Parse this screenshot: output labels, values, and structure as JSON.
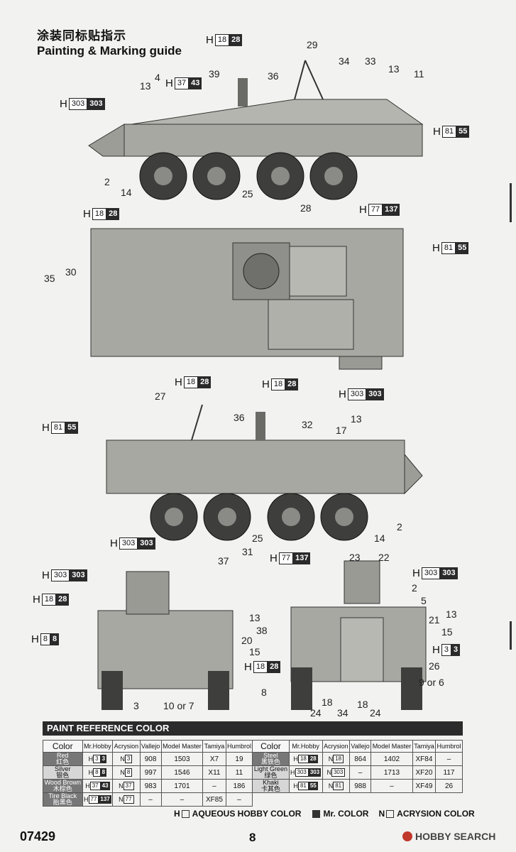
{
  "title": {
    "cn": "涂装同标贴指示",
    "en": "Painting & Marking guide"
  },
  "callouts": {
    "v1": [
      "29",
      "39",
      "36",
      "34",
      "33",
      "13",
      "4",
      "13",
      "11",
      "2",
      "14",
      "25",
      "28"
    ],
    "v2": [
      "30",
      "35"
    ],
    "v3": [
      "27",
      "36",
      "32",
      "17",
      "13",
      "37",
      "31",
      "25",
      "14",
      "2"
    ],
    "front": [
      "3",
      "10 or 7"
    ],
    "rear": [
      "23",
      "22",
      "2",
      "5",
      "13",
      "13",
      "21",
      "38",
      "20",
      "15",
      "15",
      "26",
      "8",
      "9 or 6",
      "24",
      "18",
      "34",
      "18",
      "24"
    ]
  },
  "hcodes": {
    "v1_top": {
      "h": "H",
      "a": "18",
      "b": "28"
    },
    "v1_left": {
      "h": "H",
      "a": "303",
      "b": "303"
    },
    "v1_37": {
      "h": "H",
      "a": "37",
      "b": "43"
    },
    "v1_right": {
      "h": "H",
      "a": "81",
      "b": "55"
    },
    "v1_bottom": {
      "h": "H",
      "a": "77",
      "b": "137"
    },
    "v2_left": {
      "h": "H",
      "a": "18",
      "b": "28"
    },
    "v2_right": {
      "h": "H",
      "a": "81",
      "b": "55"
    },
    "v2_bottom": {
      "h": "H",
      "a": "303",
      "b": "303"
    },
    "v3_a": {
      "h": "H",
      "a": "18",
      "b": "28"
    },
    "v3_b": {
      "h": "H",
      "a": "18",
      "b": "28"
    },
    "v3_left": {
      "h": "H",
      "a": "81",
      "b": "55"
    },
    "v3_bl": {
      "h": "H",
      "a": "303",
      "b": "303"
    },
    "v3_bm": {
      "h": "H",
      "a": "77",
      "b": "137"
    },
    "f_1": {
      "h": "H",
      "a": "303",
      "b": "303"
    },
    "f_2": {
      "h": "H",
      "a": "18",
      "b": "28"
    },
    "f_3": {
      "h": "H",
      "a": "8",
      "b": "8"
    },
    "r_1": {
      "h": "H",
      "a": "303",
      "b": "303"
    },
    "r_2": {
      "h": "H",
      "a": "3",
      "b": "3"
    },
    "r_3": {
      "h": "H",
      "a": "18",
      "b": "28"
    }
  },
  "table": {
    "title": "PAINT  REFERENCE COLOR",
    "headers": [
      "Color",
      "Mr.Hobby",
      "Acrysion",
      "Vallejo",
      "Model Master",
      "Tamiya",
      "Humbrol"
    ],
    "rows": [
      [
        {
          "en": "Red",
          "cn": "红色",
          "mh": [
            "H",
            "3",
            "3"
          ],
          "acr": [
            "N",
            "3"
          ],
          "vallejo": "908",
          "mm": "1503",
          "tamiya": "X7",
          "humbrol": "19"
        },
        {
          "en": "Steel",
          "cn": "黑铁色",
          "mh": [
            "H",
            "18",
            "28"
          ],
          "acr": [
            "N",
            "18"
          ],
          "vallejo": "864",
          "mm": "1402",
          "tamiya": "XF84",
          "humbrol": "–"
        }
      ],
      [
        {
          "en": "Silver",
          "cn": "银色",
          "mh": [
            "H",
            "8",
            "8"
          ],
          "acr": [
            "N",
            "8"
          ],
          "vallejo": "997",
          "mm": "1546",
          "tamiya": "X11",
          "humbrol": "11"
        },
        {
          "en": "Light Green",
          "cn": "绿色",
          "mh": [
            "H",
            "303",
            "303"
          ],
          "acr": [
            "N",
            "303"
          ],
          "vallejo": "–",
          "mm": "1713",
          "tamiya": "XF20",
          "humbrol": "117"
        }
      ],
      [
        {
          "en": "Wood Brown",
          "cn": "木棕色",
          "mh": [
            "H",
            "37",
            "43"
          ],
          "acr": [
            "N",
            "37"
          ],
          "vallejo": "983",
          "mm": "1701",
          "tamiya": "–",
          "humbrol": "186"
        },
        {
          "en": "Khaki",
          "cn": "卡其色",
          "mh": [
            "H",
            "81",
            "55"
          ],
          "acr": [
            "N",
            "81"
          ],
          "vallejo": "988",
          "mm": "–",
          "tamiya": "XF49",
          "humbrol": "26"
        }
      ],
      [
        {
          "en": "Tire Black",
          "cn": "胎黑色",
          "mh": [
            "H",
            "77",
            "137"
          ],
          "acr": [
            "N",
            "77"
          ],
          "vallejo": "–",
          "mm": "–",
          "tamiya": "XF85",
          "humbrol": "–"
        },
        null
      ]
    ]
  },
  "legend": {
    "h": "H",
    "h_label": "AQUEOUS HOBBY COLOR",
    "m_label": "Mr. COLOR",
    "n": "N",
    "n_label": "ACRYSION COLOR"
  },
  "footer": {
    "code": "07429",
    "page": "8",
    "watermark": "HOBBY SEARCH"
  },
  "colors": {
    "vehicle_fill": "#a8a8a3",
    "vehicle_dark": "#5a5a56",
    "dark_box": "#2a2a2a"
  }
}
